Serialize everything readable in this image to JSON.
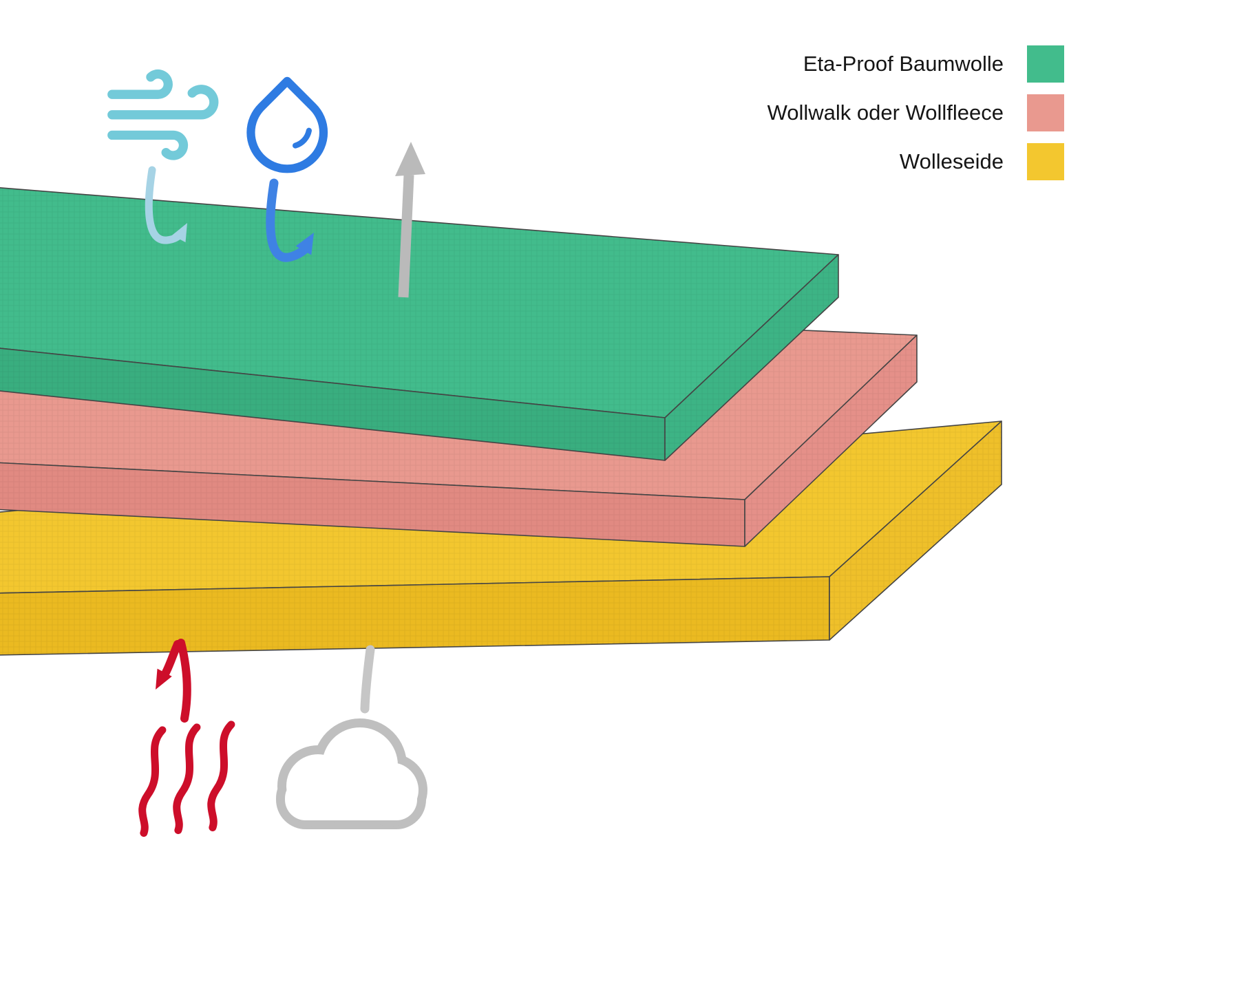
{
  "legend": {
    "items": [
      {
        "id": "eta-proof-baumwolle",
        "label": "Eta-Proof Baumwolle",
        "color": "#42BC8C"
      },
      {
        "id": "wollwalk-oder-wollfleece",
        "label": "Wollwalk oder Wollfleece",
        "color": "#E9998F"
      },
      {
        "id": "wolleseide",
        "label": "Wolleseide",
        "color": "#F3C72F"
      }
    ]
  },
  "layers": [
    {
      "name": "Eta-Proof Baumwolle",
      "colors": {
        "top": "#42BC8C",
        "front": "#39AE7F",
        "side": "#3DB485",
        "outline": "#454545"
      }
    },
    {
      "name": "Wollwalk oder Wollfleece",
      "colors": {
        "top": "#E9998F",
        "front": "#E18A82",
        "side": "#E59089",
        "outline": "#454545"
      }
    },
    {
      "name": "Wolleseide",
      "colors": {
        "top": "#F3C72F",
        "front": "#EBBA21",
        "side": "#EFC02A",
        "outline": "#454545"
      }
    }
  ],
  "icons": {
    "wind": {
      "name": "wind-icon",
      "color": "#73CAD9"
    },
    "wind_arrow": {
      "name": "wind-deflect-arrow",
      "color": "#A6D3E5"
    },
    "droplet": {
      "name": "water-drop-icon",
      "color": "#2E7BE2"
    },
    "droplet_arrow": {
      "name": "water-deflect-arrow",
      "color": "#3F82E4"
    },
    "vapor_up_arrow": {
      "name": "vapor-up-arrow",
      "color": "#BABABA"
    },
    "heat_arrow": {
      "name": "heat-return-arrow",
      "color": "#CD0E2A"
    },
    "heat_waves": {
      "name": "heat-waves-icon",
      "color": "#CD0E2A"
    },
    "cloud": {
      "name": "cloud-icon",
      "color": "#BFBFBF"
    },
    "cloud_connector": {
      "name": "cloud-connector-line",
      "color": "#C6C6C6"
    }
  },
  "background": "#FFFFFF"
}
